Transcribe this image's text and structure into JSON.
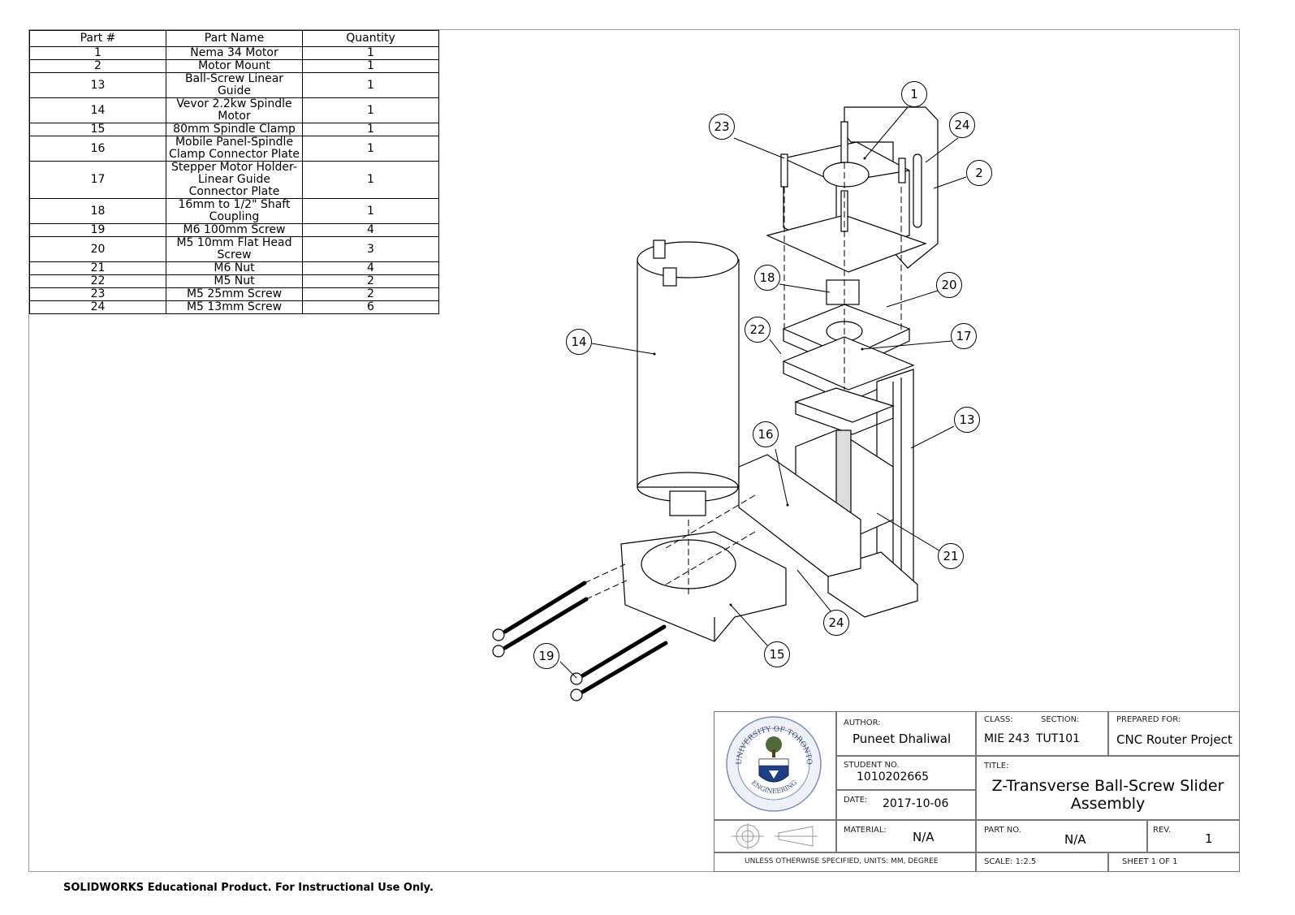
{
  "bom": {
    "headers": [
      "Part #",
      "Part Name",
      "Quantity"
    ],
    "rows": [
      {
        "num": "1",
        "name": "Nema 34 Motor",
        "qty": "1"
      },
      {
        "num": "2",
        "name": "Motor Mount",
        "qty": "1"
      },
      {
        "num": "13",
        "name": "Ball-Screw Linear Guide",
        "qty": "1"
      },
      {
        "num": "14",
        "name": "Vevor 2.2kw Spindle Motor",
        "qty": "1"
      },
      {
        "num": "15",
        "name": "80mm Spindle Clamp",
        "qty": "1"
      },
      {
        "num": "16",
        "name": "Mobile Panel-Spindle Clamp Connector Plate",
        "qty": "1"
      },
      {
        "num": "17",
        "name": "Stepper Motor Holder-Linear Guide Connector Plate",
        "qty": "1"
      },
      {
        "num": "18",
        "name": "16mm to 1/2\" Shaft Coupling",
        "qty": "1"
      },
      {
        "num": "19",
        "name": "M6 100mm Screw",
        "qty": "4"
      },
      {
        "num": "20",
        "name": "M5 10mm Flat Head Screw",
        "qty": "3"
      },
      {
        "num": "21",
        "name": "M6 Nut",
        "qty": "4"
      },
      {
        "num": "22",
        "name": "M5 Nut",
        "qty": "2"
      },
      {
        "num": "23",
        "name": "M5 25mm Screw",
        "qty": "2"
      },
      {
        "num": "24",
        "name": "M5 13mm Screw",
        "qty": "6"
      }
    ]
  },
  "balloons": [
    "1",
    "23",
    "24",
    "2",
    "18",
    "20",
    "22",
    "17",
    "14",
    "13",
    "16",
    "21",
    "24",
    "15",
    "19"
  ],
  "title_block": {
    "author_label": "AUTHOR:",
    "author": "Puneet Dhaliwal",
    "class_label": "CLASS:",
    "class": "MIE 243",
    "section_label": "SECTION:",
    "section": "TUT101",
    "prepared_label": "PREPARED FOR:",
    "prepared": "CNC Router Project",
    "student_label": "STUDENT NO.",
    "student": "1010202665",
    "title_label": "TITLE:",
    "title_line1": "Z-Transverse Ball-Screw Slider",
    "title_line2": "Assembly",
    "date_label": "DATE:",
    "date": "2017-10-06",
    "material_label": "MATERIAL:",
    "material": "N/A",
    "partno_label": "PART NO.",
    "partno": "N/A",
    "rev_label": "REV.",
    "rev": "1",
    "units": "UNLESS OTHERWISE SPECIFIED, UNITS: MM, DEGREE",
    "scale": "SCALE: 1:2.5",
    "sheet": "SHEET 1 OF 1",
    "seal_top": "UNIVERSITY OF TORONTO",
    "seal_bottom": "ENGINEERING"
  },
  "footer": "SOLIDWORKS Educational Product. For Instructional Use Only."
}
